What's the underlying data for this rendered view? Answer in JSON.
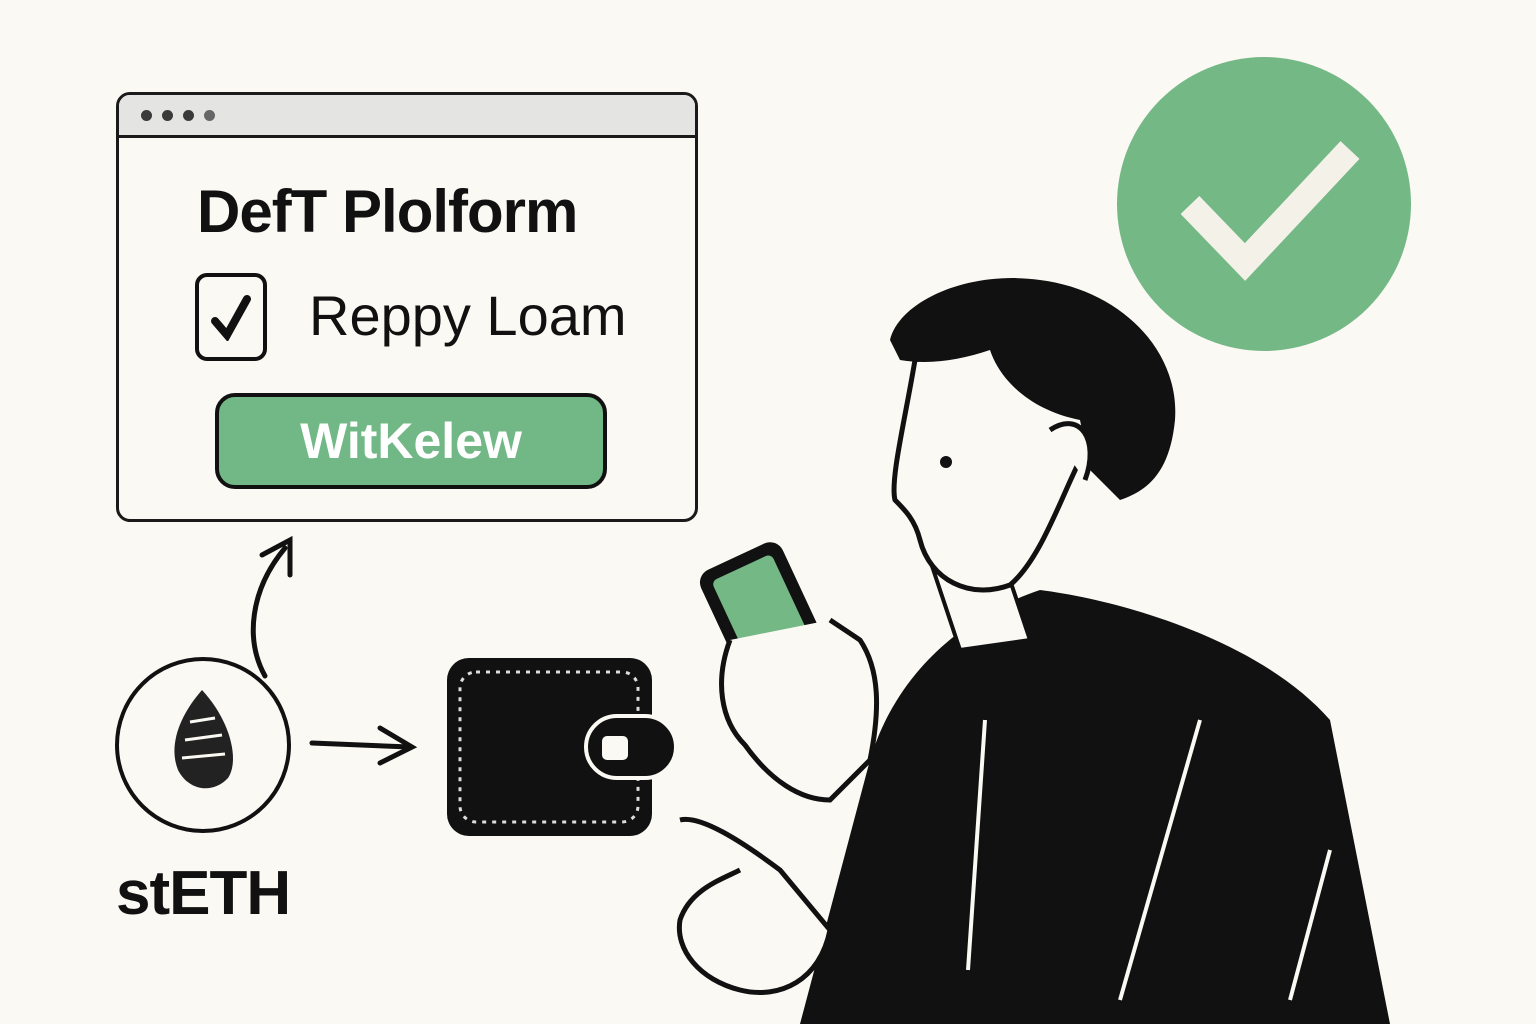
{
  "window": {
    "title": "DefT Plolform",
    "checkbox_label": "Reppy Loam",
    "checkbox_checked": true,
    "button_label": "WitKelew"
  },
  "token": {
    "label": "stETH"
  },
  "colors": {
    "accent": "#72b886",
    "background": "#fbf9f3",
    "ink": "#111111"
  }
}
